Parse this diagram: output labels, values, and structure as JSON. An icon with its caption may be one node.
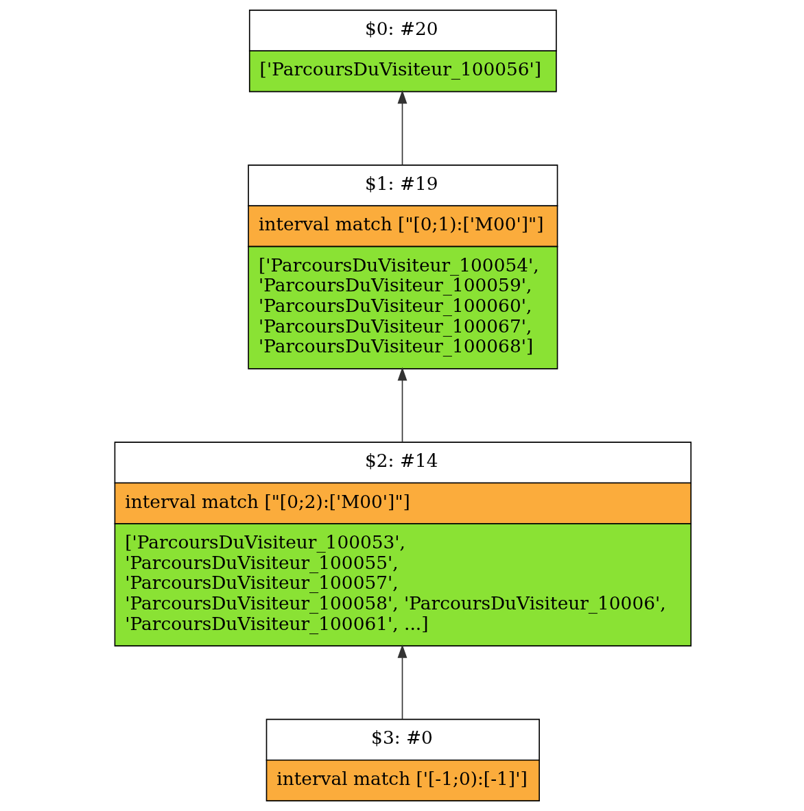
{
  "diagram": {
    "nodes": [
      {
        "text": [
          "$0: #20",
          "['ParcoursDuVisiteur_100056']"
        ]
      },
      {
        "text": [
          "$1: #19",
          "interval match [\"[0;1):['M00']\"]",
          "['ParcoursDuVisiteur_100054', 'ParcoursDuVisiteur_100059', 'ParcoursDuVisiteur_100060', 'ParcoursDuVisiteur_100067', 'ParcoursDuVisiteur_100068']"
        ]
      },
      {
        "text": [
          "$2: #14",
          "interval match [\"[0;2):['M00']\"]",
          "['ParcoursDuVisiteur_100053', 'ParcoursDuVisiteur_100055', 'ParcoursDuVisiteur_100057', 'ParcoursDuVisiteur_100058', 'ParcoursDuVisiteur_10006', 'ParcoursDuVisiteur_100061', ...]"
        ]
      },
      {
        "text": [
          "$3: #0",
          "interval match ['[-1;0):[-1]']"
        ]
      }
    ],
    "edges": [
      {
        "from": 1,
        "to": 0,
        "arrow": "to"
      },
      {
        "from": 2,
        "to": 1,
        "arrow": "to"
      },
      {
        "from": 3,
        "to": 2,
        "arrow": "to"
      }
    ]
  }
}
